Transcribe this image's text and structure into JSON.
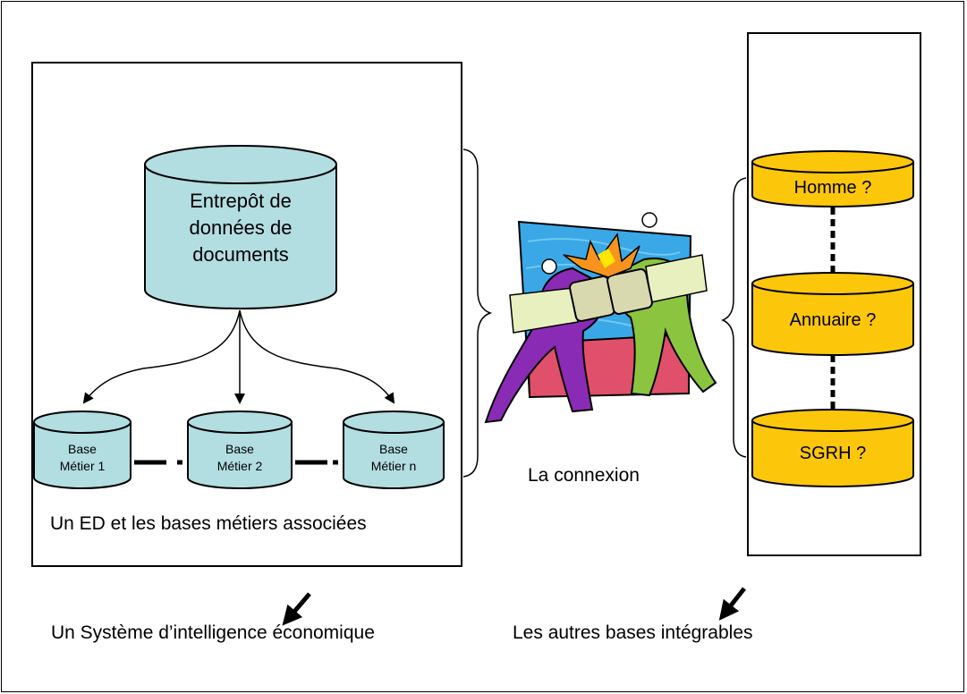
{
  "colors": {
    "cylinder_blue": "#B2DDE1",
    "cylinder_yellow": "#FCC70B",
    "outline": "#000000"
  },
  "left_box": {
    "warehouse": {
      "line1": "Entrepôt de",
      "line2": "données de",
      "line3": "documents"
    },
    "bases": [
      {
        "line1": "Base",
        "line2": "Métier 1"
      },
      {
        "line1": "Base",
        "line2": "Métier 2"
      },
      {
        "line1": "Base",
        "line2": "Métier n"
      }
    ],
    "caption": "Un ED et les bases métiers associées"
  },
  "right_box": {
    "bases": [
      {
        "label": "Homme ?"
      },
      {
        "label": "Annuaire ?"
      },
      {
        "label": "SGRH ?"
      }
    ]
  },
  "center": {
    "illustration": "two-figures-connecting-plug-clipart",
    "caption": "La connexion"
  },
  "footer": {
    "left_caption": "Un Système d’intelligence économique",
    "right_caption": "Les autres bases intégrables"
  }
}
